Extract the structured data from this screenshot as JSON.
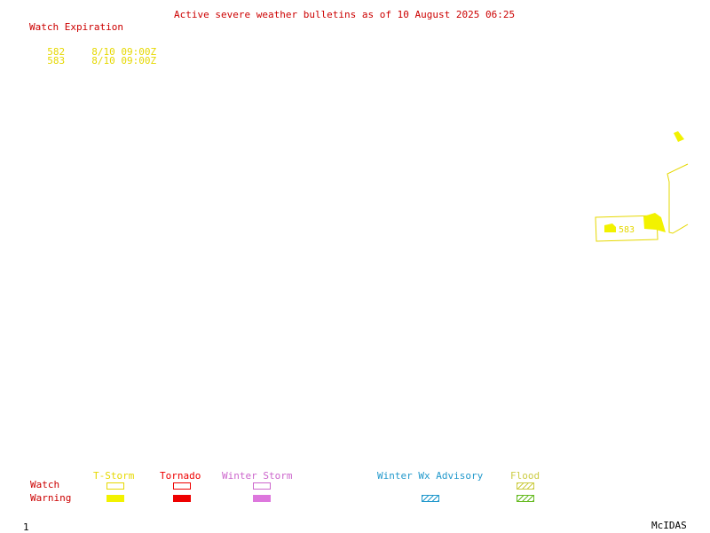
{
  "title": "Active severe weather bulletins as of 10 August 2025 06:25",
  "watch_expiration": {
    "header": "Watch Expiration",
    "items": [
      {
        "id": "582",
        "expires": "8/10 09:00Z"
      },
      {
        "id": "583",
        "expires": "8/10 09:00Z"
      }
    ]
  },
  "map_labels": {
    "watch_583": "583"
  },
  "legend": {
    "row_labels": {
      "watch": "Watch",
      "warning": "Warning"
    },
    "categories": [
      {
        "label": "T-Storm",
        "color": "#e6d800",
        "watch_fill": "none",
        "warning_fill": "solid"
      },
      {
        "label": "Tornado",
        "color": "#ee0000",
        "watch_fill": "none",
        "warning_fill": "solid"
      },
      {
        "label": "Winter Storm",
        "color": "#cc66cc",
        "watch_fill": "none",
        "warning_fill": "solid"
      },
      {
        "label": "Winter Wx Advisory",
        "color": "#2299cc",
        "watch_fill": null,
        "warning_fill": "hatched"
      },
      {
        "label": "Flood",
        "color": "#cccc44",
        "watch_fill": "hatched",
        "warning_fill": "hatched"
      }
    ]
  },
  "footer": {
    "frame": "1",
    "brand": "McIDAS"
  },
  "colors": {
    "title": "#cc0000",
    "watch_outline": "#e6d800",
    "warning_fill": "#f2f200",
    "flood_warning": "#66bb22"
  }
}
